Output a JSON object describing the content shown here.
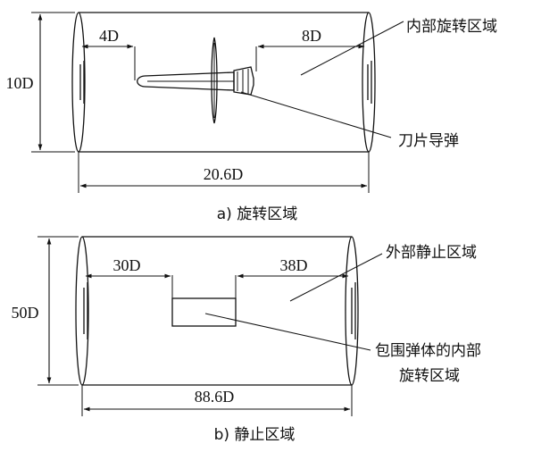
{
  "panel_a": {
    "caption": "a) 旋转区域",
    "height_label": "10D",
    "left_gap_label": "4D",
    "right_gap_label": "8D",
    "length_label": "20.6D",
    "callout_region": "内部旋转区域",
    "callout_missile": "刀片导弹"
  },
  "panel_b": {
    "caption": "b) 静止区域",
    "height_label": "50D",
    "left_gap_label": "30D",
    "right_gap_label": "38D",
    "length_label": "88.6D",
    "callout_region": "外部静止区域",
    "callout_inner_line1": "包围弹体的内部",
    "callout_inner_line2": "旋转区域"
  },
  "colors": {
    "ink": "#111111",
    "background": "#ffffff"
  }
}
